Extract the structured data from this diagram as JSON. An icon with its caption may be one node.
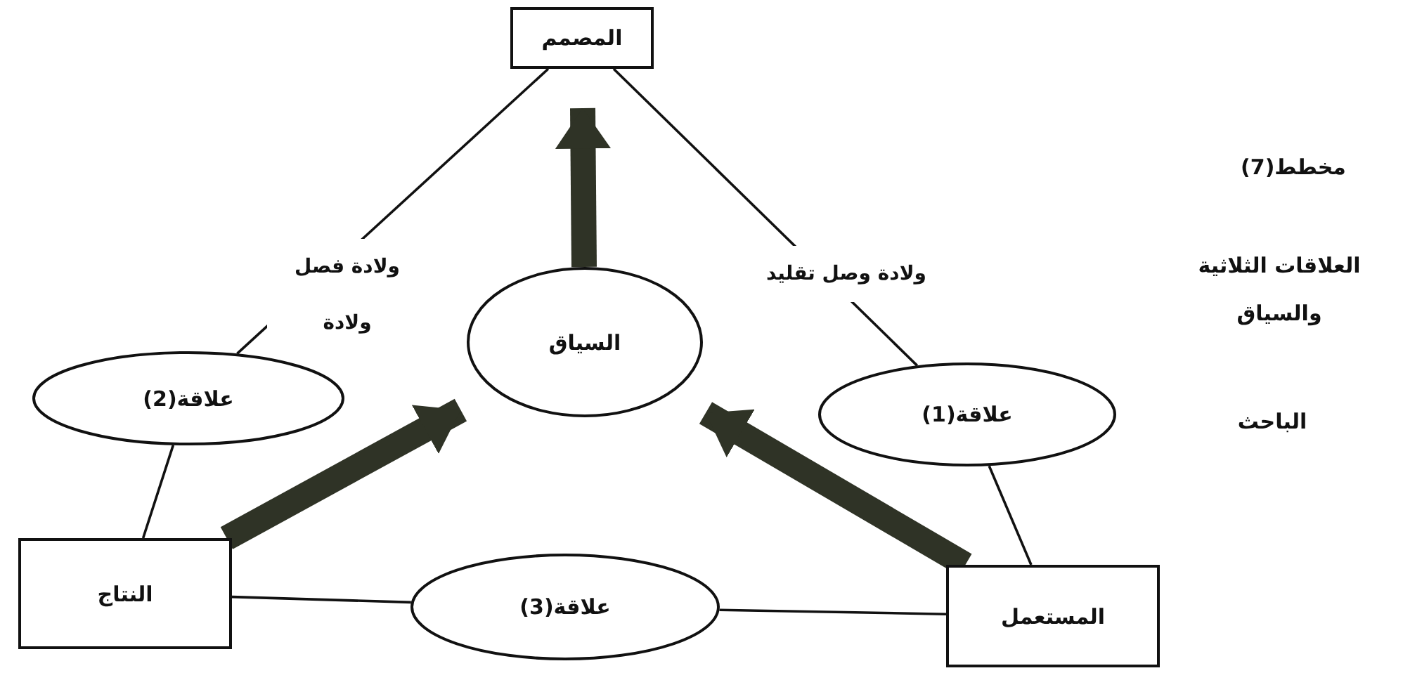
{
  "diagram": {
    "nodes": [
      {
        "text": [
          "المصمم"
        ]
      },
      {
        "text": [
          "السياق"
        ]
      },
      {
        "text": [
          "علاقة(2)"
        ]
      },
      {
        "text": [
          "علاقة(1)"
        ]
      },
      {
        "text": [
          "النتاج"
        ]
      },
      {
        "text": [
          "المستعمل"
        ]
      },
      {
        "text": [
          "علاقة(3)"
        ]
      }
    ],
    "edges": [
      {
        "from": 0,
        "to": 2,
        "arrow": "none",
        "label": "ولادة فصل ولادة"
      },
      {
        "from": 2,
        "to": 4,
        "arrow": "none"
      },
      {
        "from": 0,
        "to": 3,
        "arrow": "none",
        "label": "ولادة وصل تقليد"
      },
      {
        "from": 3,
        "to": 5,
        "arrow": "none"
      },
      {
        "from": 4,
        "to": 6,
        "arrow": "none"
      },
      {
        "from": 6,
        "to": 5,
        "arrow": "none"
      },
      {
        "from": 1,
        "to": 0,
        "arrow": "to",
        "style": "thick"
      },
      {
        "from": 4,
        "to": 1,
        "arrow": "to",
        "style": "thick"
      },
      {
        "from": 5,
        "to": 1,
        "arrow": "to",
        "style": "thick"
      }
    ],
    "labels": [
      "مخطط(7)",
      "العلاقات الثلاثية والسياق",
      "الباحث"
    ]
  }
}
